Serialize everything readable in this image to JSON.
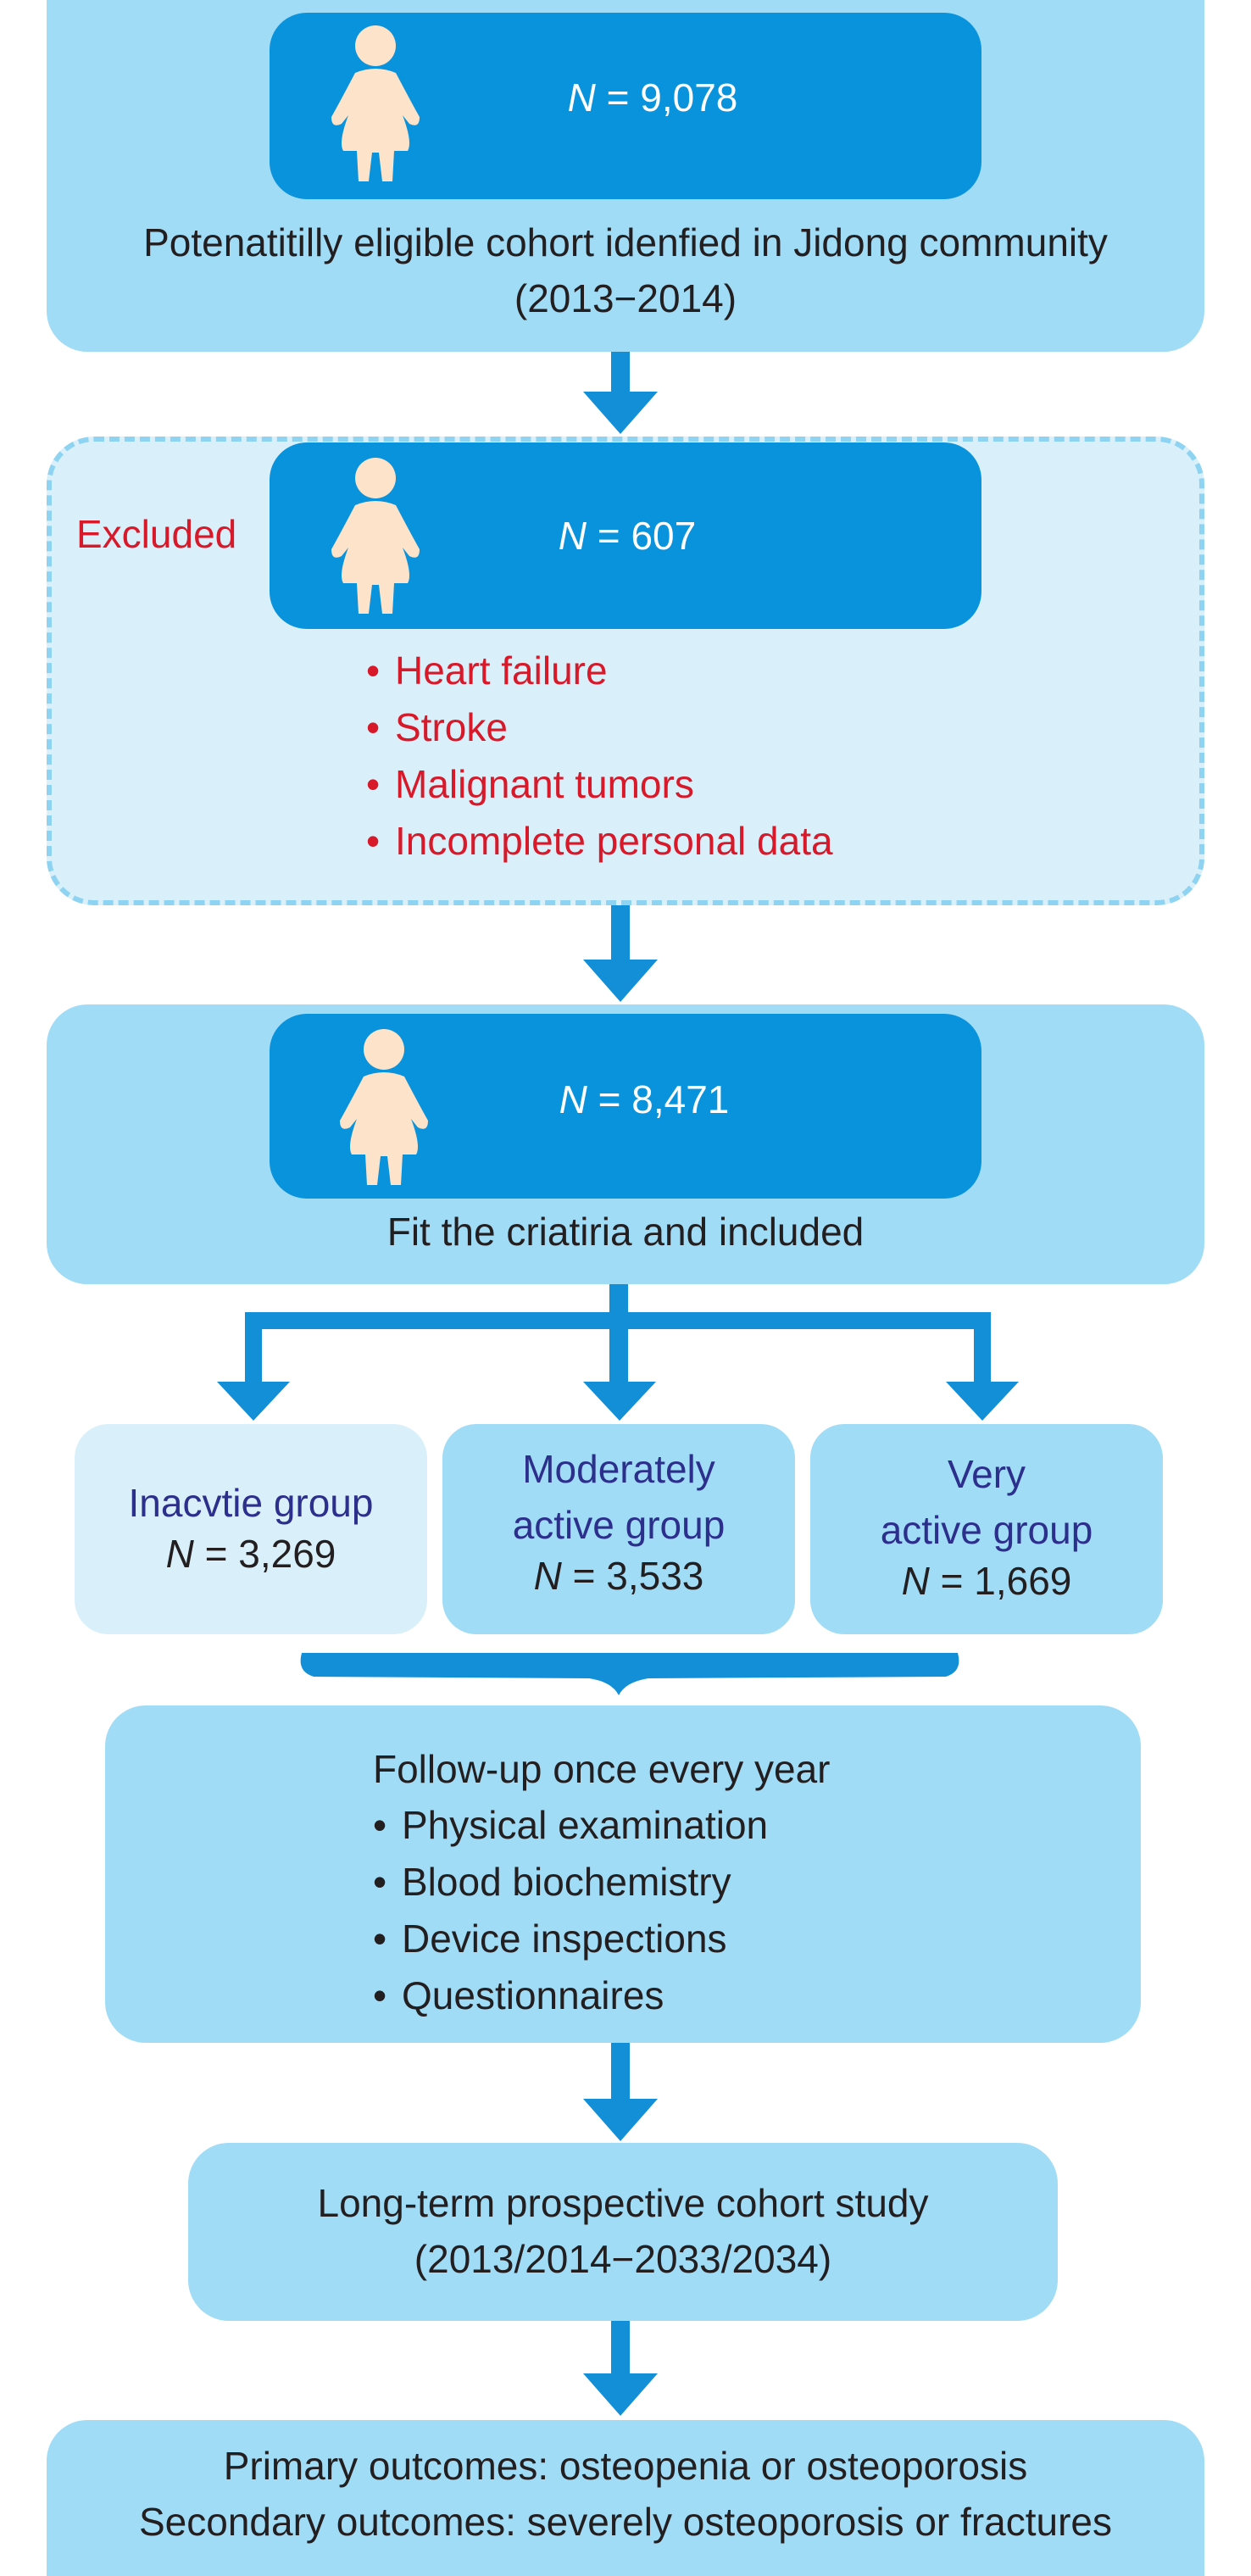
{
  "stage1": {
    "n_label": "N",
    "n_value": " = 9,078",
    "description_line1": "Potenatitilly eligible cohort idenfied in Jidong community",
    "description_line2": "(2013−2014)"
  },
  "excluded": {
    "heading": "Excluded",
    "n_label": "N",
    "n_value": " = 607",
    "reasons": [
      "Heart failure",
      "Stroke",
      "Malignant tumors",
      "Incomplete personal data"
    ]
  },
  "stage3": {
    "n_label": "N",
    "n_value": " = 8,471",
    "description": "Fit the criatiria and included"
  },
  "groups": [
    {
      "line1": "Inacvtie group",
      "line2": "",
      "n_label": "N",
      "n_value": " = 3,269"
    },
    {
      "line1": "Moderately",
      "line2": "active group",
      "n_label": "N",
      "n_value": " = 3,533"
    },
    {
      "line1": "Very",
      "line2": "active group",
      "n_label": "N",
      "n_value": " = 1,669"
    }
  ],
  "followup": {
    "title": "Follow-up once every year",
    "items": [
      "Physical examination",
      "Blood biochemistry",
      "Device inspections",
      "Questionnaires"
    ]
  },
  "study": {
    "line1": "Long-term prospective cohort study",
    "line2": "(2013/2014−2033/2034)"
  },
  "outcomes": {
    "primary": "Primary outcomes: osteopenia or osteoporosis",
    "secondary": "Secondary outcomes: severely osteoporosis or fractures"
  },
  "colors": {
    "light_box": "#a1dcf7",
    "dark_box": "#0a93dd",
    "pale_box": "#d9f0fb",
    "arrow": "#138fd8",
    "excluded_text": "#d7192a",
    "group_text": "#2c2f8c",
    "person_icon": "#fce3c9"
  },
  "icons": {
    "person": "person-icon",
    "arrow": "arrow-down-icon",
    "brace": "brace-icon"
  }
}
